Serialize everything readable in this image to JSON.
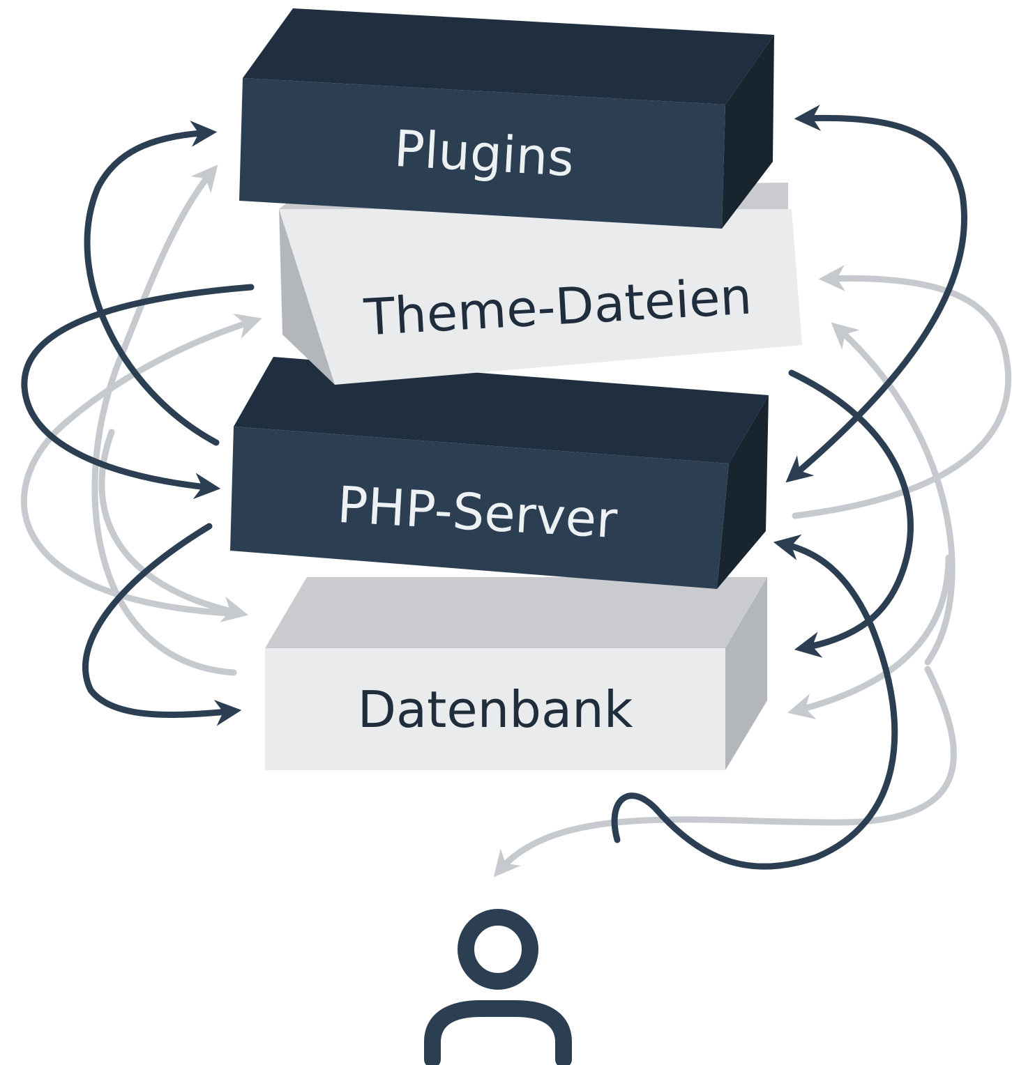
{
  "diagram": {
    "layers": [
      {
        "id": "plugins",
        "label": "Plugins",
        "style": "dark"
      },
      {
        "id": "theme",
        "label": "Theme-Dateien",
        "style": "light"
      },
      {
        "id": "php",
        "label": "PHP-Server",
        "style": "dark"
      },
      {
        "id": "db",
        "label": "Datenbank",
        "style": "light"
      }
    ],
    "user": {
      "icon": "user-icon"
    },
    "colors": {
      "dark_front": "#2c3e52",
      "dark_top": "#1f2f40",
      "dark_side": "#18252f",
      "dark_text": "#eef1f4",
      "light_front": "#e9ebed",
      "light_top": "#c9cbce",
      "light_side": "#b3b6ba",
      "light_text": "#1f2d3d",
      "arrow_dark": "#2c3e52",
      "arrow_light": "#c6cacf",
      "background": "#ffffff"
    }
  }
}
